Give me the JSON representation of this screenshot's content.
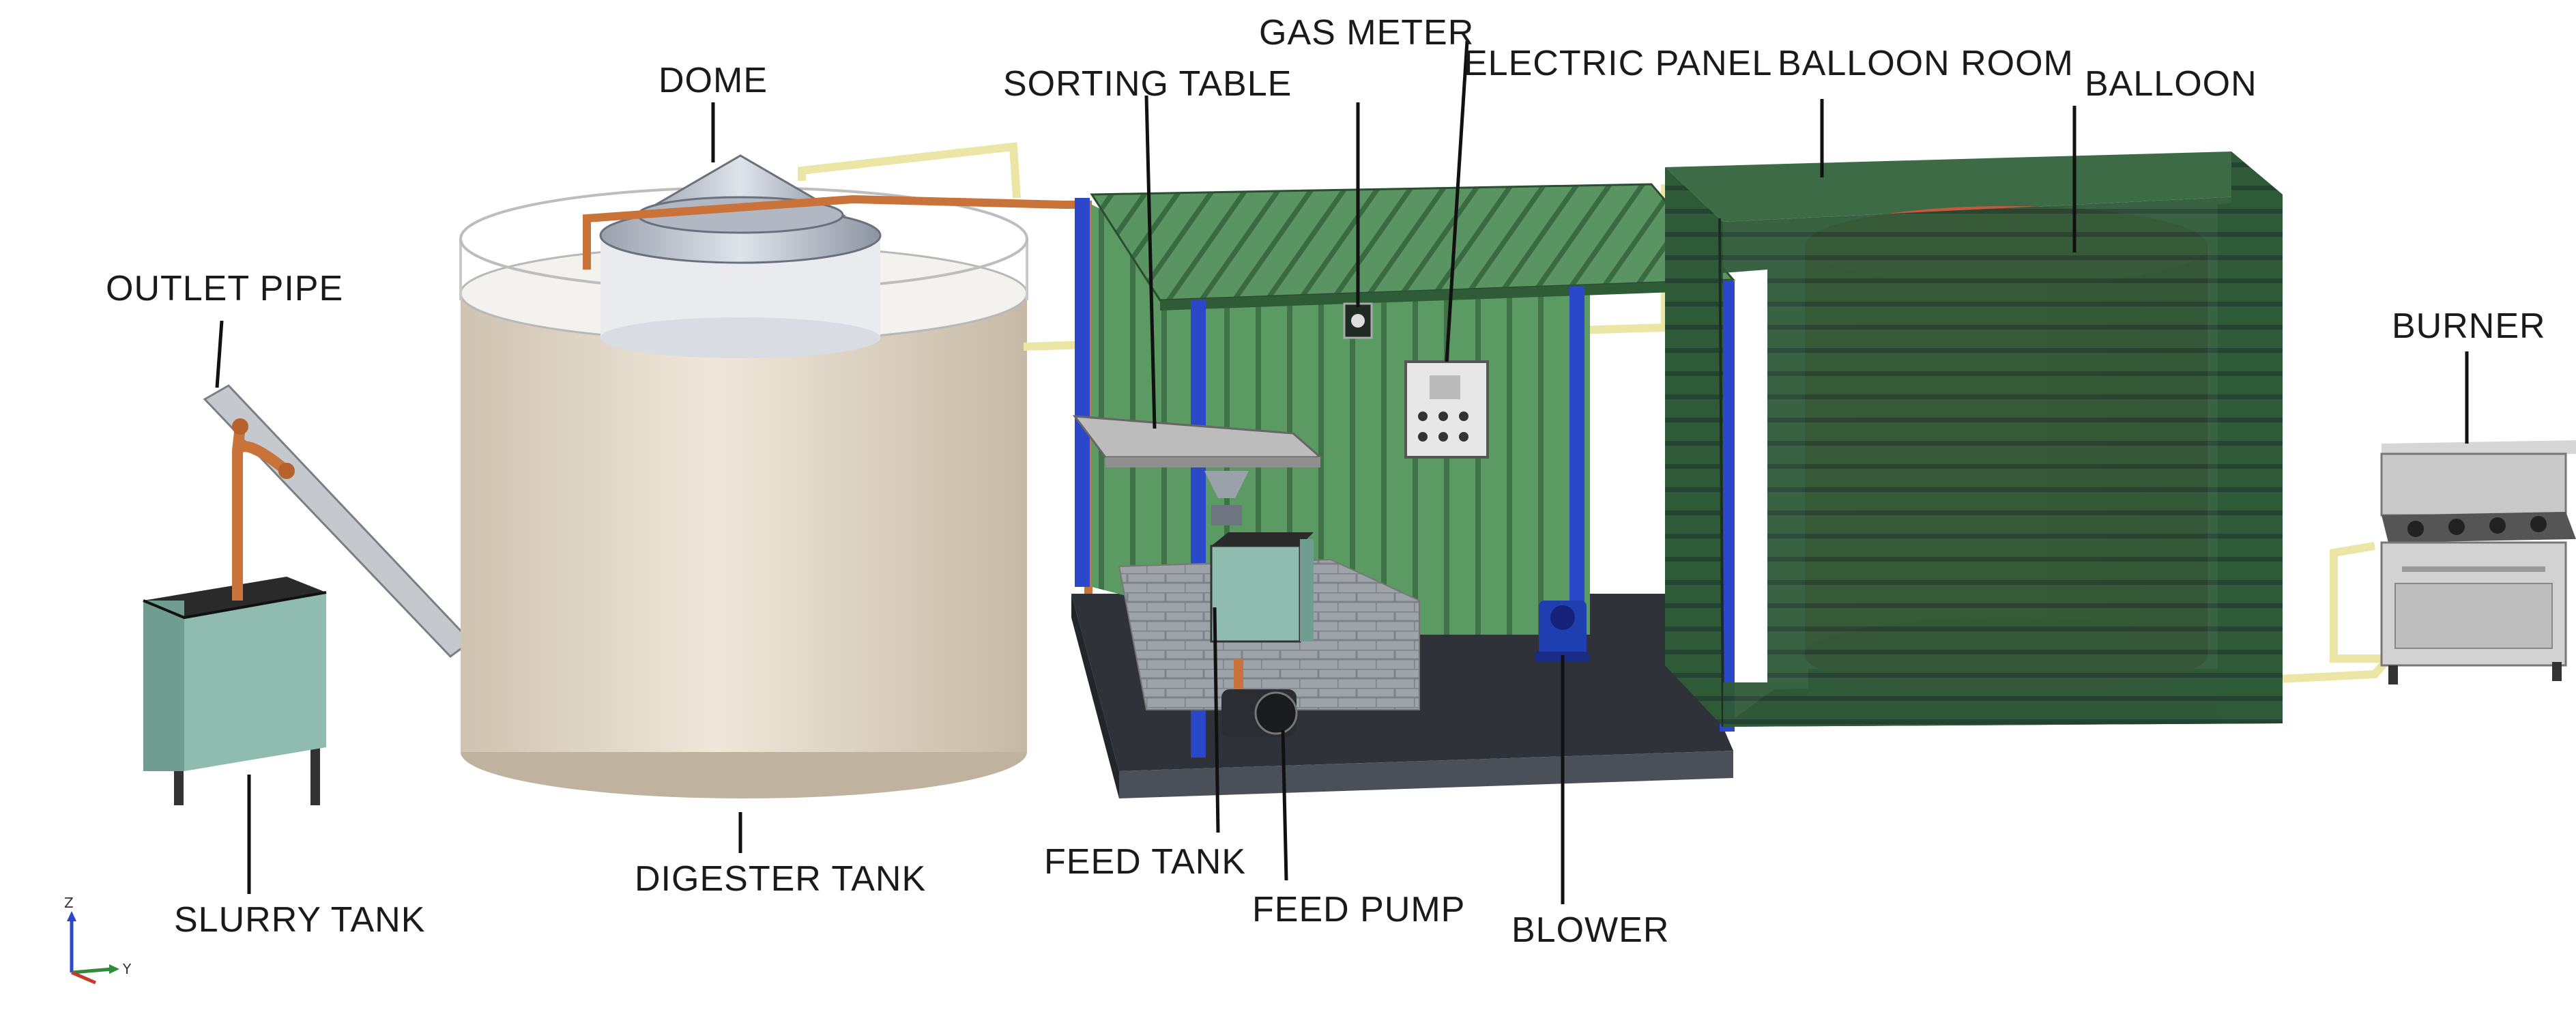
{
  "labels": {
    "dome": "DOME",
    "outlet_pipe": "OUTLET PIPE",
    "slurry_tank": "SLURRY TANK",
    "digester_tank": "DIGESTER TANK",
    "sorting_table": "SORTING TABLE",
    "gas_meter": "GAS METER",
    "electric_panel": "ELECTRIC PANEL",
    "feed_tank": "FEED TANK",
    "feed_pump": "FEED PUMP",
    "blower": "BLOWER",
    "balloon_room": "BALLOON ROOM",
    "balloon": "BALLOON",
    "burner": "BURNER"
  },
  "axis_triad": {
    "z": "Z",
    "y": "Y"
  },
  "colors": {
    "digester": "#e3d8c8",
    "dome": "#b9bfcb",
    "copper_pipe": "#c9733a",
    "gas_pipe": "#ece6a6",
    "shed_green": "#4f8a57",
    "room_green": "#2f5a38",
    "balloon_red": "#b7412c",
    "slurry_tank": "#8fbcae",
    "post_blue": "#2a48c9",
    "floor": "#3c3f47"
  }
}
